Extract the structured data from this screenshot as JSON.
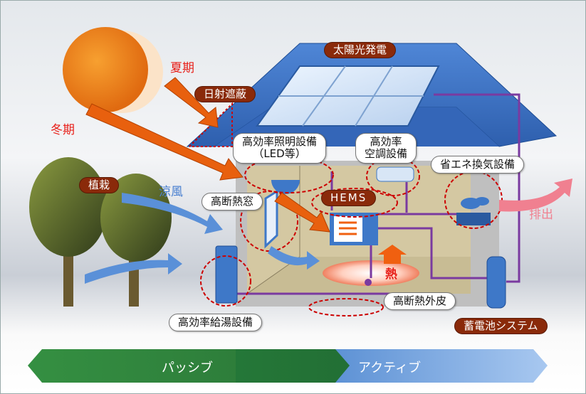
{
  "labels": {
    "solar": "太陽光発電",
    "summer": "夏期",
    "shading": "日射遮蔽",
    "winter": "冬期",
    "lighting": "高効率照明設備\n（LED等）",
    "lighting_l1": "高効率照明設備",
    "lighting_l2": "（LED等）",
    "aircon_l1": "高効率",
    "aircon_l2": "空調設備",
    "ventilation": "省エネ換気設備",
    "planting": "植栽",
    "breeze": "涼風",
    "window": "高断熱窓",
    "hems": "HEMS",
    "exhaust": "排出",
    "heat": "熱",
    "envelope": "高断熱外皮",
    "water_heater": "高効率給湯設備",
    "battery": "蓄電池システム"
  },
  "band": {
    "passive": "パッシブ",
    "active": "アクティブ"
  },
  "colors": {
    "roof": "#3a6fc0",
    "label_dark": "#8a2a0a",
    "arrow": "#e86010",
    "passive": "#2e8a3a",
    "active": "#5a8fd8"
  }
}
